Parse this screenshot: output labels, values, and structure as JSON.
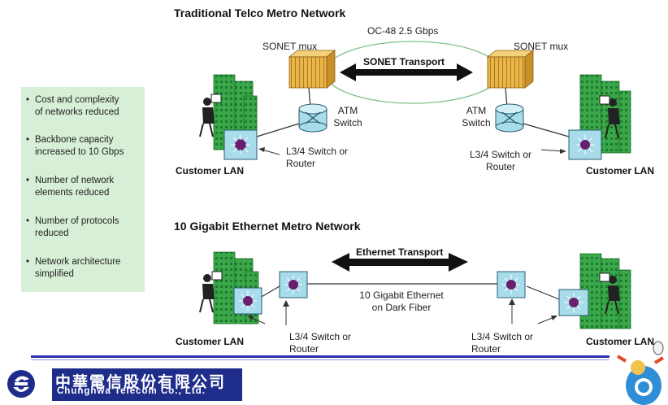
{
  "traditional": {
    "title": "Traditional Telco Metro Network",
    "oc48": "OC-48 2.5 Gbps",
    "sonet_mux_left": "SONET mux",
    "sonet_mux_right": "SONET mux",
    "sonet_transport": "SONET Transport",
    "atm_left": [
      "ATM",
      "Switch"
    ],
    "atm_right": [
      "ATM",
      "Switch"
    ],
    "l34_left": [
      "L3/4 Switch or",
      "Router"
    ],
    "l34_right": [
      "L3/4 Switch or",
      "Router"
    ],
    "customer_lan_left": "Customer LAN",
    "customer_lan_right": "Customer LAN"
  },
  "gige": {
    "title": "10 Gigabit Ethernet Metro Network",
    "ethernet_transport": "Ethernet Transport",
    "fiber_label": [
      "10 Gigabit Ethernet",
      "on Dark Fiber"
    ],
    "l34_left": [
      "L3/4 Switch or",
      "Router"
    ],
    "l34_right": [
      "L3/4 Switch or",
      "Router"
    ],
    "customer_lan_left": "Customer LAN",
    "customer_lan_right": "Customer LAN"
  },
  "bullets": [
    [
      "Cost and complexity",
      "of networks reduced"
    ],
    [
      "Backbone capacity",
      "increased to 10 Gbps"
    ],
    [
      "Number of network",
      "elements reduced"
    ],
    [
      "Number of protocols",
      "reduced"
    ],
    [
      "Network architecture",
      "simplified"
    ]
  ],
  "bullet_marker": "•",
  "footer": {
    "company_cn": "中華電信股份有限公司",
    "company_en": "Chunghwa Telecom Co., Ltd."
  },
  "colors": {
    "building": "#3aa84a",
    "mux": "#e8b64a",
    "switch_face": "#a8dceb",
    "panel": "#d7efd7",
    "footer_blue": "#1f2d8a"
  }
}
